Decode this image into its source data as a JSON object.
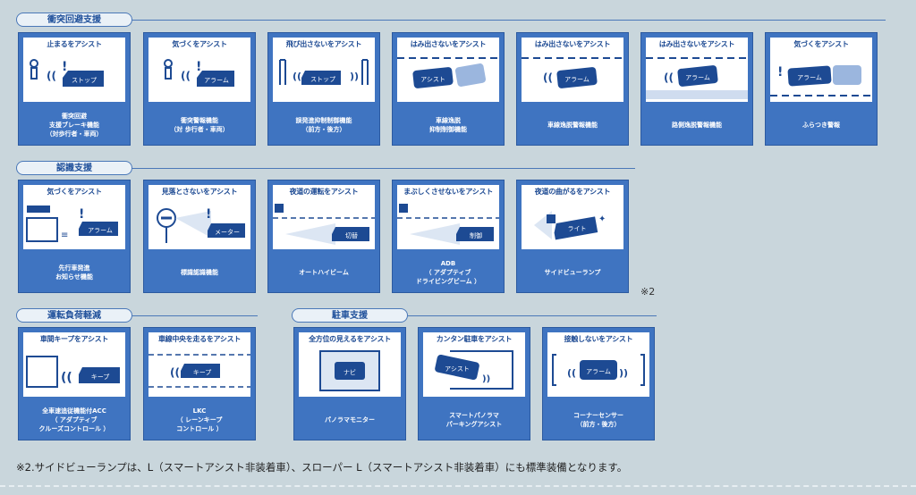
{
  "sections": {
    "collision": "衝突回避支援",
    "recognition": "認識支援",
    "driving_load": "運転負荷軽減",
    "parking": "駐車支援"
  },
  "cards": {
    "c1": {
      "title": "止まるをアシスト",
      "tag": "ストップ",
      "desc": [
        "衝突回避",
        "支援ブレーキ機能",
        "（対歩行者・車両）"
      ]
    },
    "c2": {
      "title": "気づくをアシスト",
      "tag": "アラーム",
      "desc": [
        "衝突警報機能",
        "（対 歩行者・車両）"
      ]
    },
    "c3": {
      "title": "飛び出さないをアシスト",
      "tag": "ストップ",
      "desc": [
        "誤発進抑制制御機能",
        "（前方・後方）"
      ]
    },
    "c4": {
      "title": "はみ出さないをアシスト",
      "tag": "アシスト",
      "desc": [
        "車線逸脱",
        "抑制制御機能"
      ]
    },
    "c5": {
      "title": "はみ出さないをアシスト",
      "tag": "アラーム",
      "desc": [
        "車線逸脱警報機能"
      ]
    },
    "c6": {
      "title": "はみ出さないをアシスト",
      "tag": "アラーム",
      "desc": [
        "路側逸脱警報機能"
      ]
    },
    "c7": {
      "title": "気づくをアシスト",
      "tag": "アラーム",
      "desc": [
        "ふらつき警報"
      ]
    },
    "r1": {
      "title": "気づくをアシスト",
      "tag": "アラーム",
      "desc": [
        "先行車発進",
        "お知らせ機能"
      ]
    },
    "r2": {
      "title": "見落とさないをアシスト",
      "tag": "メーター",
      "desc": [
        "標識認識機能"
      ]
    },
    "r3": {
      "title": "夜道の運転をアシスト",
      "tag": "切替",
      "desc": [
        "オートハイビーム"
      ]
    },
    "r4": {
      "title": "まぶしくさせないをアシスト",
      "tag": "制御",
      "desc": [
        "ADB",
        "（ アダプティブ",
        "ドライビングビーム ）"
      ]
    },
    "r5": {
      "title": "夜道の曲がるをアシスト",
      "tag": "ライト",
      "desc": [
        "サイドビューランプ"
      ]
    },
    "d1": {
      "title": "車間キープをアシスト",
      "tag": "キープ",
      "desc": [
        "全車速追従機能付ACC",
        "（ アダプティブ",
        "クルーズコントロール ）"
      ]
    },
    "d2": {
      "title": "車線中央を走るをアシスト",
      "tag": "キープ",
      "desc": [
        "LKC",
        "（ レーンキープ",
        "コントロール ）"
      ]
    },
    "p1": {
      "title": "全方位の見えるをアシスト",
      "tag": "ナビ",
      "desc": [
        "パノラマモニター"
      ]
    },
    "p2": {
      "title": "カンタン駐車をアシスト",
      "tag": "アシスト",
      "desc": [
        "スマートパノラマ",
        "パーキングアシスト"
      ]
    },
    "p3": {
      "title": "接触しないをアシスト",
      "tag": "アラーム",
      "desc": [
        "コーナーセンサー",
        "（前方・後方）"
      ]
    }
  },
  "note_mark": "※2",
  "footnote": "※2.サイドビューランプは、L（スマートアシスト非装着車）、スローパー L（スマートアシスト非装着車）にも標準装備となります。",
  "colors": {
    "card": "#3f74c1",
    "label": "#1d4a93",
    "background": "#c9d6dc"
  }
}
